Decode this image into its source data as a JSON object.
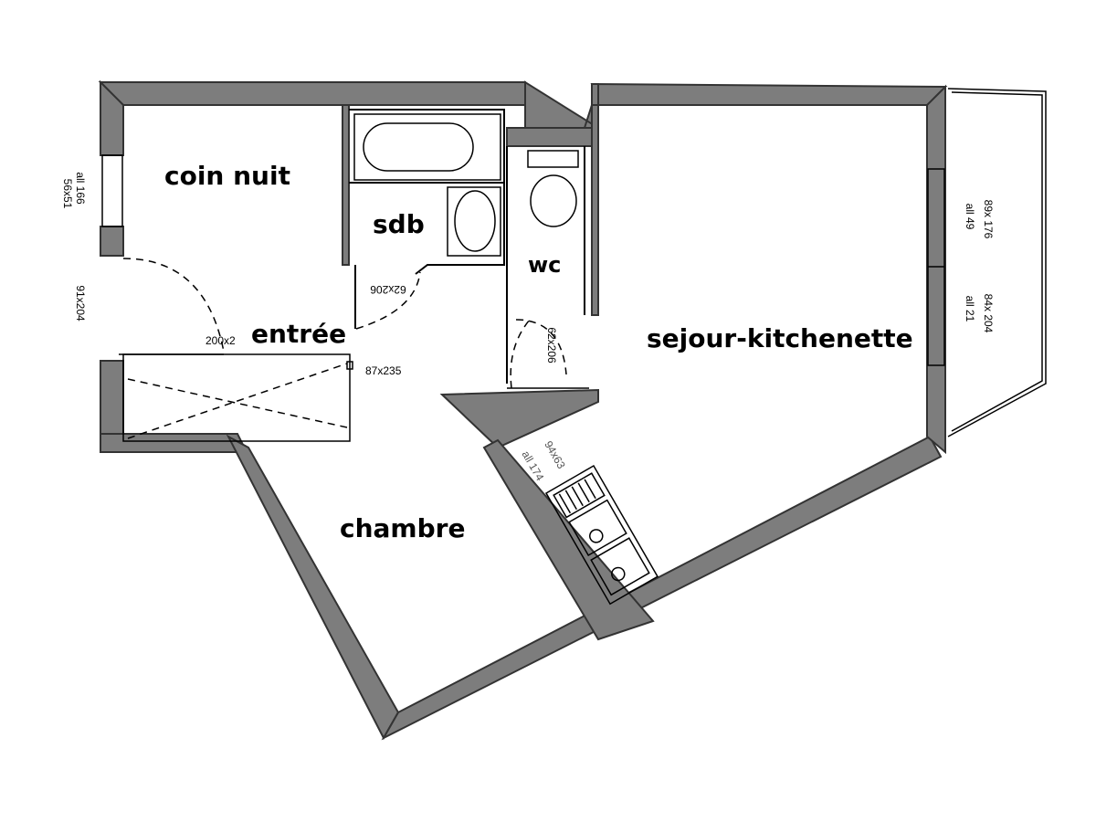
{
  "rooms": {
    "coin_nuit": "coin nuit",
    "sdb": "sdb",
    "wc": "wc",
    "entree": "entrée",
    "sejour": "sejour-kitchenette",
    "chambre": "chambre"
  },
  "dimensions": {
    "window_left": "56x51",
    "window_left_height": "all 166",
    "door_left": "91x204",
    "door_entree": "200x2",
    "door_sdb": "62x206",
    "door_wc": "62x206",
    "opening_entree": "87x235",
    "window_right_top": "89x 176",
    "window_right_top_height": "all 49",
    "window_right_bottom": "84x 204",
    "window_right_bottom_height": "all 21",
    "kitchen_window": "94x63",
    "kitchen_window_height": "all 174"
  },
  "colors": {
    "wall": "#7d7d7d",
    "line": "#000000",
    "background": "#ffffff"
  }
}
